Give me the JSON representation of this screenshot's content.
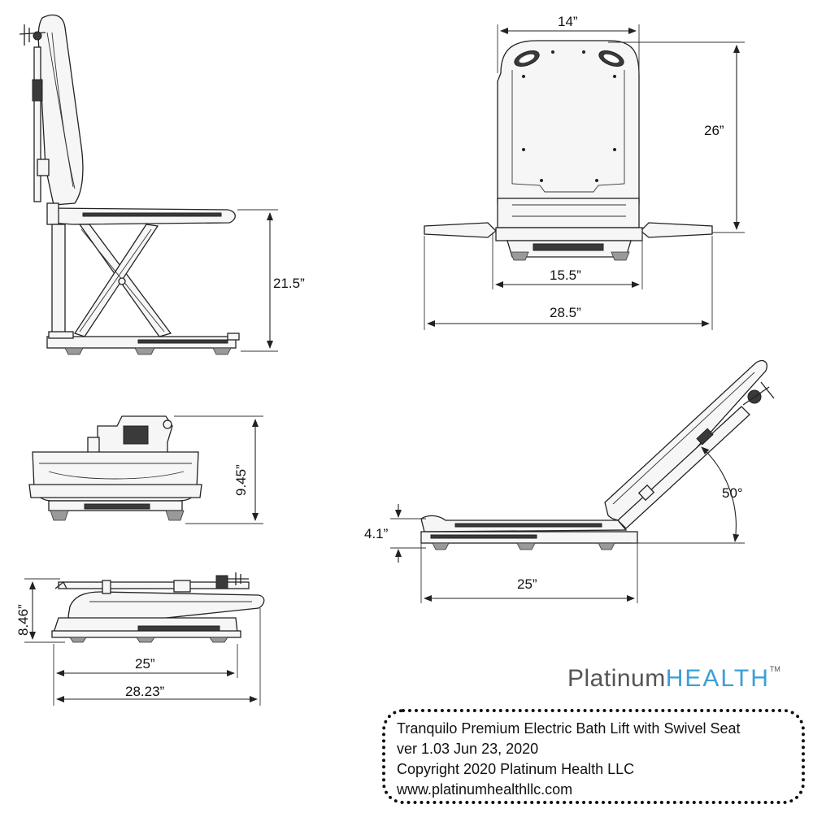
{
  "dimensions": {
    "side_height": "21.5”",
    "back_width": "14”",
    "back_height": "26”",
    "seat_base_width": "15.5”",
    "flaps_width": "28.5”",
    "top_view_height": "9.45”",
    "low_seat_height": "4.1”",
    "recline_angle": "50°",
    "recline_length": "25”",
    "folded_height": "8.46”",
    "folded_seat_length": "25”",
    "folded_total_length": "28.23”"
  },
  "logo": {
    "part1": "Platinum",
    "part2": "HEAL",
    "part3": "T",
    "part4": "H",
    "trademark": "TM"
  },
  "info": {
    "line1": "Tranquilo Premium Electric Bath Lift with Swivel Seat",
    "line2": "ver 1.03 Jun 23, 2020",
    "line3": "Copyright 2020 Platinum Health LLC",
    "line4": "www.platinumhealthllc.com"
  },
  "colors": {
    "logo_gray": "#555555",
    "logo_blue": "#3aa0d8"
  }
}
